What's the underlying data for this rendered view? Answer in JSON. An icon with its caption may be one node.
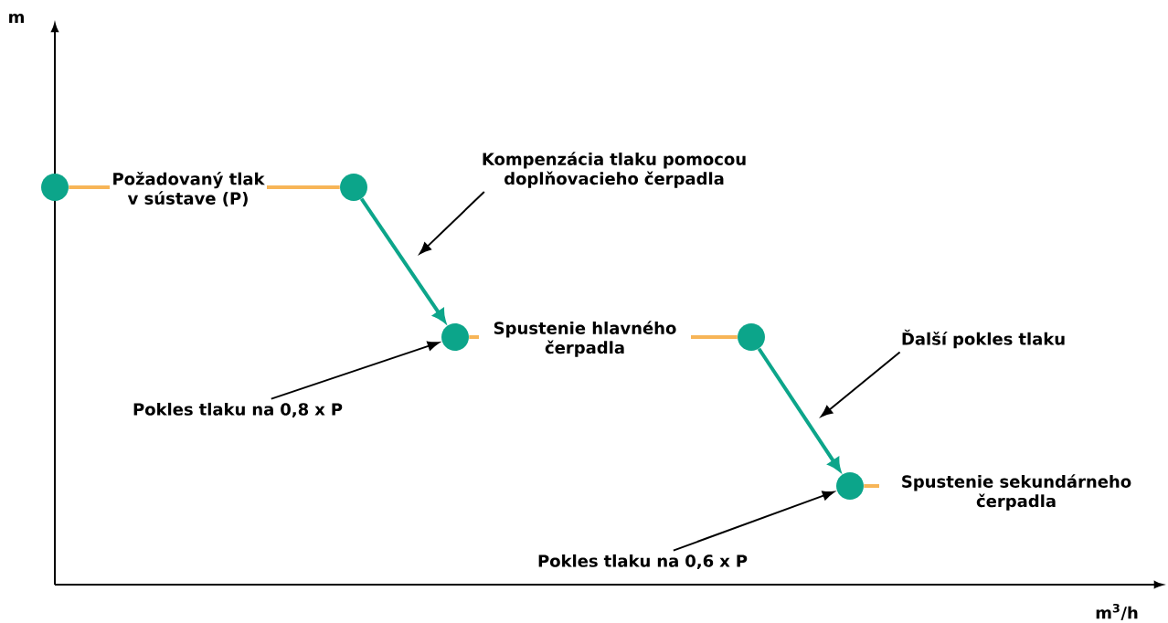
{
  "diagram": {
    "nodes": [
      {
        "text": [],
        "shape": "circle"
      },
      {
        "text": [],
        "shape": "circle"
      },
      {
        "text": [],
        "shape": "circle"
      },
      {
        "text": [],
        "shape": "circle"
      },
      {
        "text": [],
        "shape": "circle"
      },
      {
        "text": [
          "Kompenzácia tlaku pomocou doplňovacieho čerpadla"
        ]
      },
      {
        "text": [
          "Pokles tlaku na 0,8 x P"
        ]
      },
      {
        "text": [
          "Ďalší pokles tlaku"
        ]
      },
      {
        "text": [
          "Pokles tlaku na 0,6 x P"
        ]
      }
    ],
    "edges": [
      {
        "from": 0,
        "to": 1,
        "arrow": "none",
        "label": "Požadovaný tlak v sústave (P)",
        "color": "#f7b557"
      },
      {
        "from": 1,
        "to": 2,
        "arrow": "to",
        "color": "#0ca58a"
      },
      {
        "from": 2,
        "to": 3,
        "arrow": "none",
        "label": "Spustenie hlavného čerpadla",
        "color": "#f7b557"
      },
      {
        "from": 3,
        "to": 4,
        "arrow": "to",
        "color": "#0ca58a"
      },
      {
        "from": 4,
        "to": null,
        "arrow": "none",
        "label": "Spustenie sekundárneho čerpadla",
        "color": "#f7b557"
      },
      {
        "from": 5,
        "to": null,
        "arrow": "to"
      },
      {
        "from": 6,
        "to": 2,
        "arrow": "to"
      },
      {
        "from": 7,
        "to": null,
        "arrow": "to"
      },
      {
        "from": 8,
        "to": 4,
        "arrow": "to"
      }
    ],
    "labels": [
      "m",
      "m$^{3}$/h"
    ]
  }
}
